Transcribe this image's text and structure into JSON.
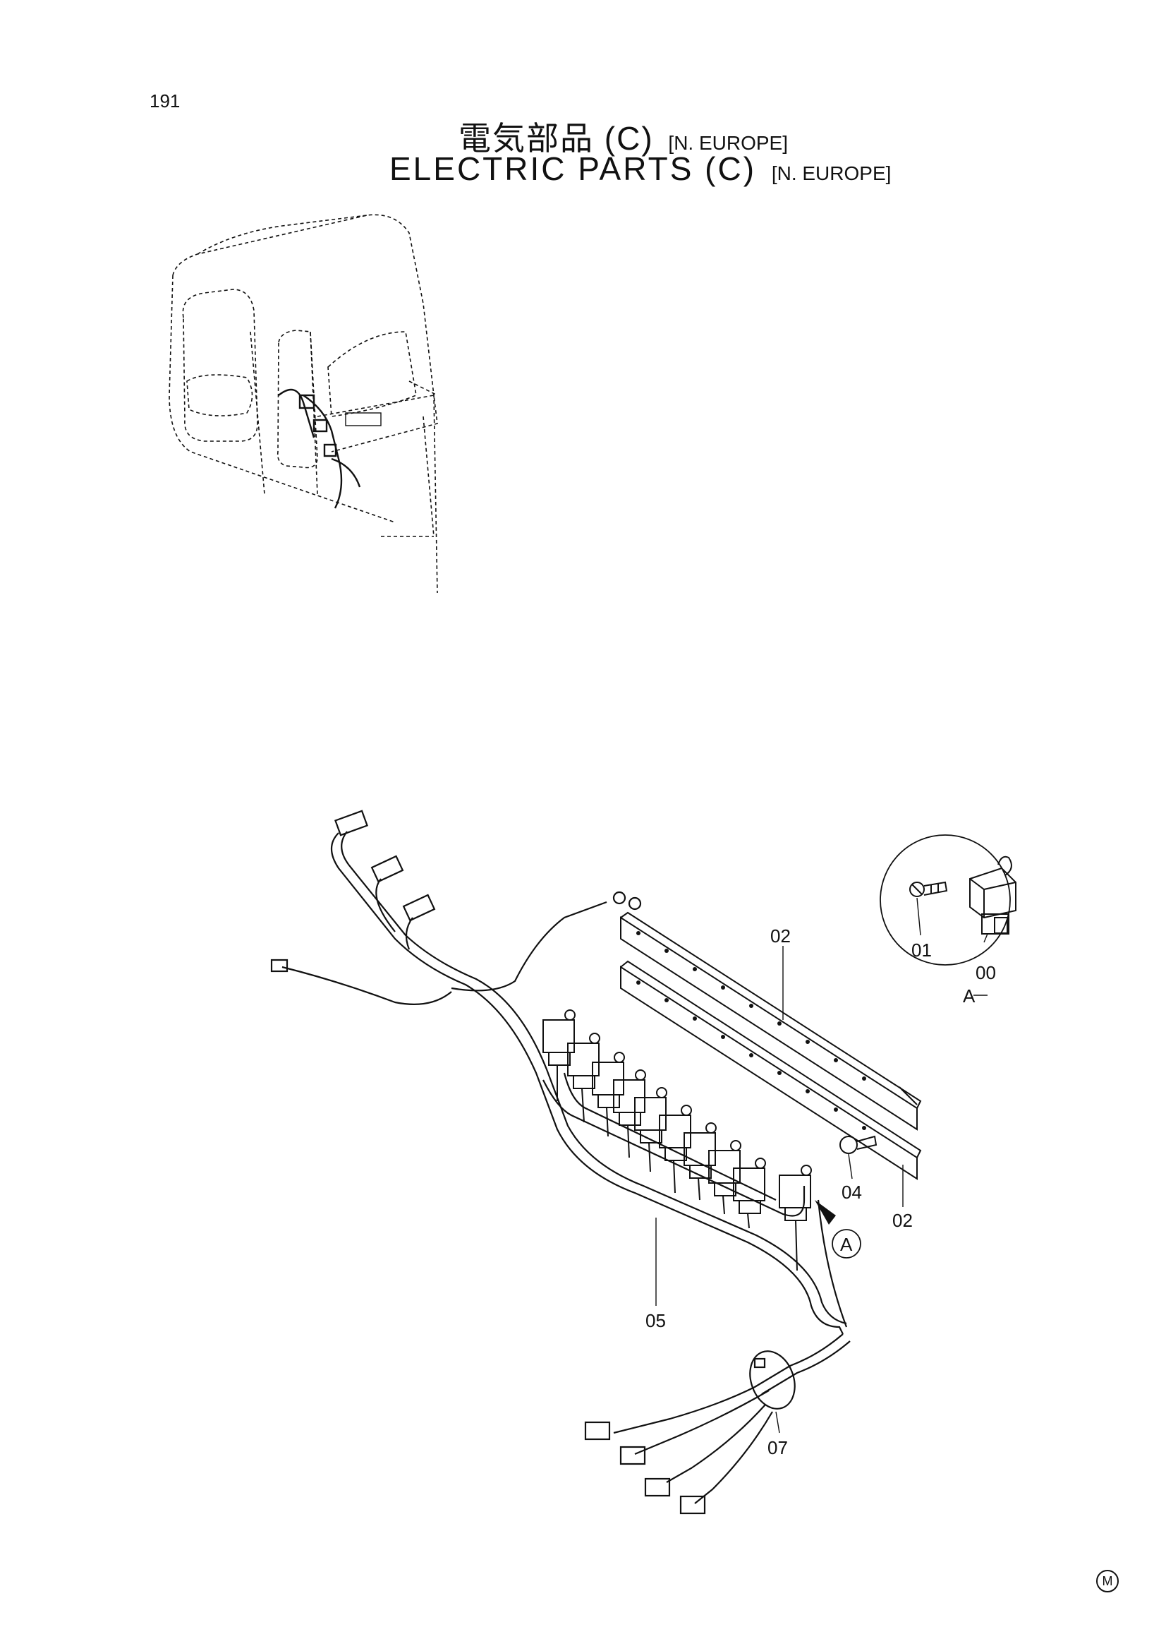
{
  "page": {
    "number": "191",
    "title_jp": "電気部品 (C)",
    "title_en": "ELECTRIC PARTS (C)",
    "region": "[N. EUROPE]",
    "mark": "M"
  },
  "callouts": {
    "c00": "00",
    "c01": "01",
    "c02a": "02",
    "c02b": "02",
    "c04": "04",
    "c05": "05",
    "c07": "07",
    "view": "A",
    "detail": "A"
  }
}
